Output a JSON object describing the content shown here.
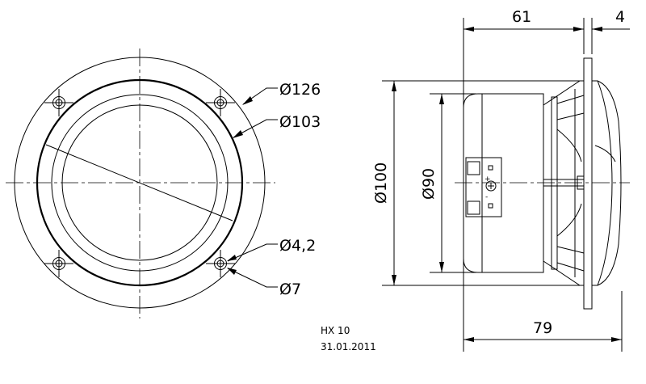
{
  "front_view": {
    "dim_outer": "Ø126",
    "dim_baffle": "Ø103",
    "dim_hole": "Ø4,2",
    "dim_hole_outer": "Ø7"
  },
  "side_view": {
    "dim_depth": "61",
    "dim_flange": "4",
    "dim_total": "79",
    "dim_cutout": "Ø100",
    "dim_magnet": "Ø90",
    "terminal_plus": "+",
    "terminal_minus": "-"
  },
  "title_block": {
    "model": "HX  10",
    "date": "31.01.2011"
  }
}
